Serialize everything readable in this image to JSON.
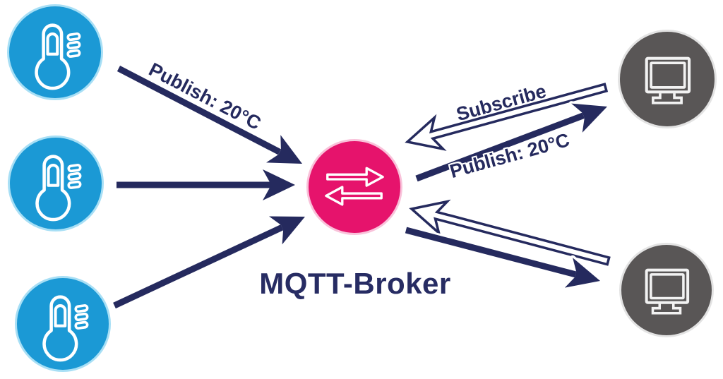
{
  "diagram": {
    "type": "mqtt-architecture-diagram",
    "title": "MQTT-Broker",
    "nodes": {
      "sensors": [
        {
          "id": "sensor-1",
          "icon": "thermometer-icon",
          "role": "publisher"
        },
        {
          "id": "sensor-2",
          "icon": "thermometer-icon",
          "role": "publisher"
        },
        {
          "id": "sensor-3",
          "icon": "thermometer-icon",
          "role": "publisher"
        }
      ],
      "broker": {
        "id": "broker",
        "icon": "swap-arrows-icon",
        "label": "MQTT-Broker"
      },
      "subscribers": [
        {
          "id": "monitor-1",
          "icon": "monitor-icon",
          "role": "subscriber"
        },
        {
          "id": "monitor-2",
          "icon": "monitor-icon",
          "role": "subscriber"
        }
      ]
    },
    "arrows": [
      {
        "from": "sensor-1",
        "to": "broker",
        "style": "solid",
        "label": "Publish: 20°C"
      },
      {
        "from": "sensor-2",
        "to": "broker",
        "style": "solid",
        "label": ""
      },
      {
        "from": "sensor-3",
        "to": "broker",
        "style": "solid",
        "label": ""
      },
      {
        "from": "broker",
        "to": "monitor-1",
        "style": "solid",
        "label": "Publish: 20°C"
      },
      {
        "from": "monitor-1",
        "to": "broker",
        "style": "outline",
        "label": "Subscribe"
      },
      {
        "from": "monitor-2",
        "to": "broker",
        "style": "outline",
        "label": ""
      },
      {
        "from": "broker",
        "to": "monitor-2",
        "style": "solid",
        "label": ""
      }
    ],
    "colors": {
      "sensor_blue": "#1b99d5",
      "broker_pink": "#e6136c",
      "monitor_gray": "#595656",
      "arrow_navy": "#252a5e",
      "background": "#ffffff"
    }
  }
}
